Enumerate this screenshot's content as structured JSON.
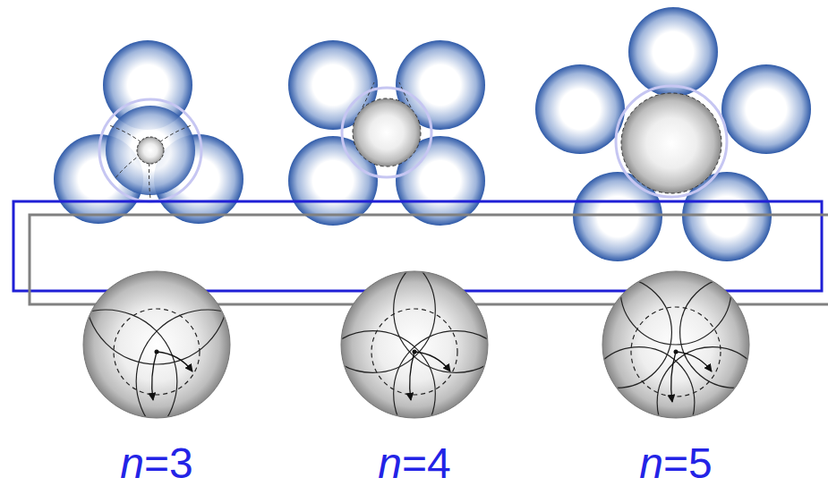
{
  "diagram": {
    "labels": [
      "n=3",
      "n=4",
      "n=5"
    ]
  }
}
